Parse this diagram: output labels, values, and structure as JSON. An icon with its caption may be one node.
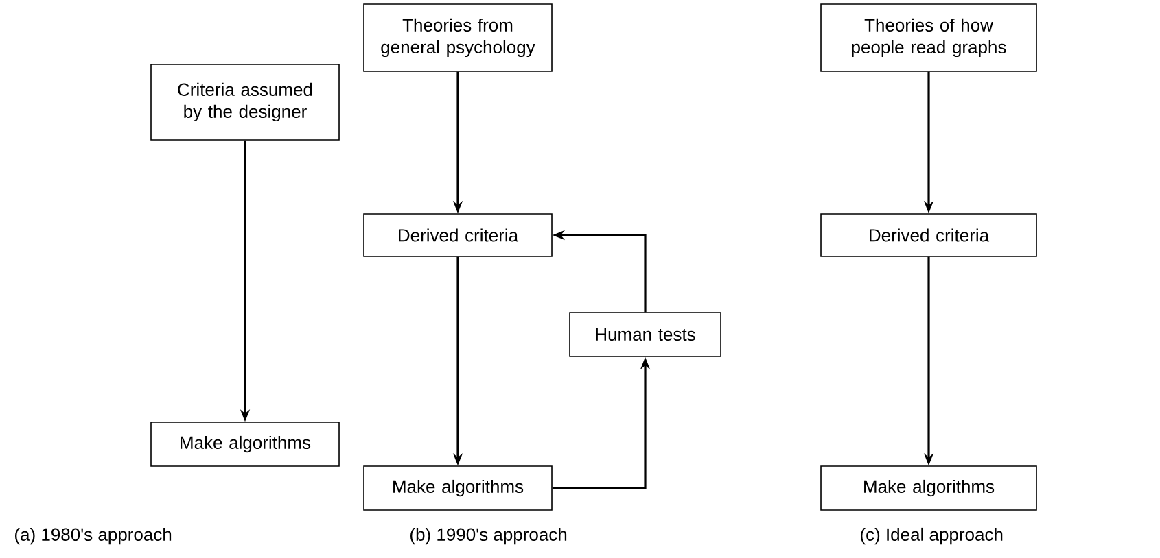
{
  "diagram": {
    "nodes": [
      {
        "text": [
          "Criteria assumed by the designer"
        ]
      },
      {
        "text": [
          "Make algorithms"
        ]
      },
      {
        "text": [
          "Theories from general psychology"
        ]
      },
      {
        "text": [
          "Derived criteria"
        ]
      },
      {
        "text": [
          "Human tests"
        ]
      },
      {
        "text": [
          "Make algorithms"
        ]
      },
      {
        "text": [
          "Theories of how people read graphs"
        ]
      },
      {
        "text": [
          "Derived criteria"
        ]
      },
      {
        "text": [
          "Make algorithms"
        ]
      }
    ],
    "edges": [
      {
        "from": 0,
        "to": 1,
        "arrow": "to"
      },
      {
        "from": 2,
        "to": 3,
        "arrow": "to"
      },
      {
        "from": 3,
        "to": 5,
        "arrow": "to"
      },
      {
        "from": 5,
        "to": 4,
        "arrow": "to"
      },
      {
        "from": 4,
        "to": 3,
        "arrow": "to"
      },
      {
        "from": 6,
        "to": 7,
        "arrow": "to"
      },
      {
        "from": 7,
        "to": 8,
        "arrow": "to"
      }
    ],
    "labels": [
      "(a) 1980's approach",
      "(b) 1990's approach",
      "(c) Ideal approach"
    ]
  }
}
